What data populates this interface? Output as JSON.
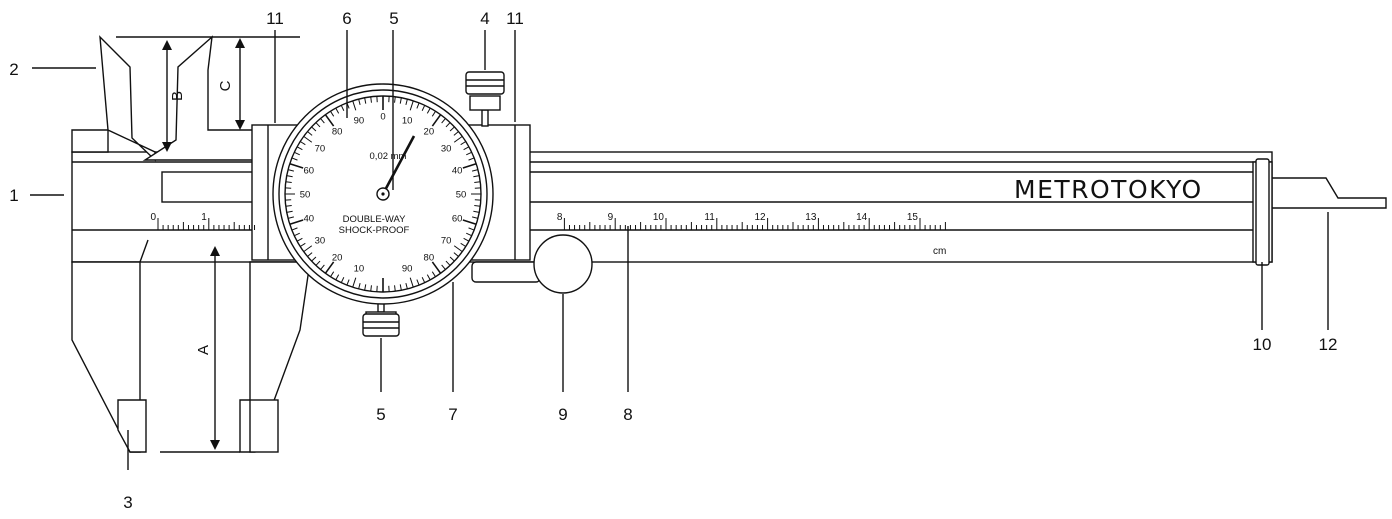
{
  "callouts": {
    "c1": "1",
    "c2": "2",
    "c3": "3",
    "c4": "4",
    "c5a": "5",
    "c5b": "5",
    "c6": "6",
    "c7": "7",
    "c8": "8",
    "c9": "9",
    "c10": "10",
    "c11a": "11",
    "c11b": "11",
    "c12": "12"
  },
  "dimensions": {
    "a": "A",
    "b": "B",
    "c": "C"
  },
  "dial": {
    "resolution": "0,02 mm",
    "line1": "DOUBLE-WAY",
    "line2": "SHOCK-PROOF",
    "numbers_right": [
      "0",
      "10",
      "20",
      "30",
      "40",
      "50",
      "60",
      "70",
      "80",
      "90"
    ],
    "numbers_left": [
      "90",
      "80",
      "70",
      "60",
      "50",
      "40",
      "30",
      "20",
      "10"
    ]
  },
  "scale": {
    "numbers": [
      "0",
      "1",
      "8",
      "9",
      "10",
      "11",
      "12",
      "13",
      "14",
      "15"
    ],
    "unit": "cm"
  },
  "brand": "METROTOKYO"
}
